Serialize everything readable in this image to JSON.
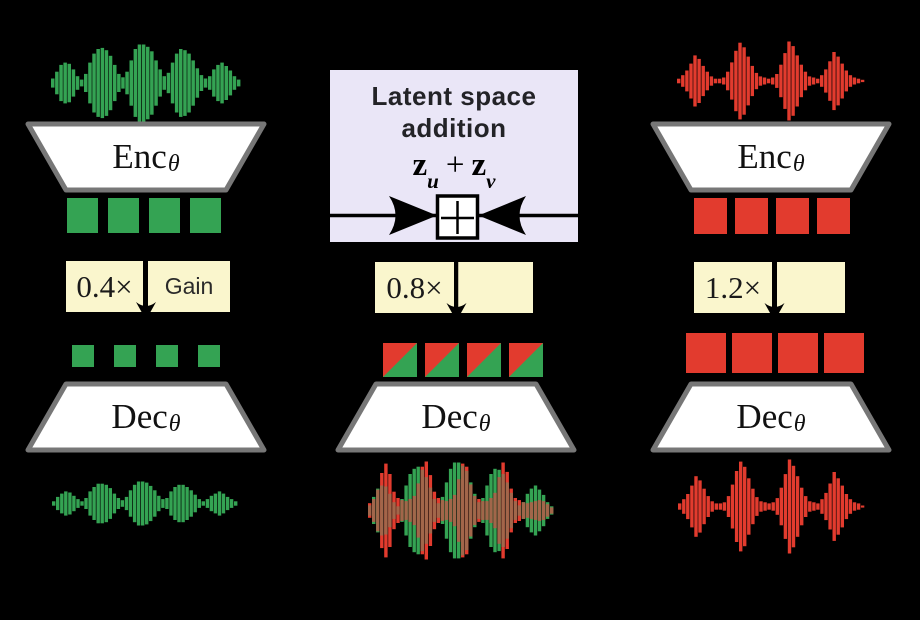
{
  "colors": {
    "green": "#34a353",
    "red": "#e23b2e",
    "yellow": "#faf6cd",
    "lavender": "#eae6f7",
    "overlap": "#a2664a",
    "trap_fill": "#ffffff",
    "trap_border": "#777777",
    "ink": "#111111"
  },
  "encoder": {
    "label": "Enc",
    "subscript": "θ"
  },
  "decoder": {
    "label": "Dec",
    "subscript": "θ"
  },
  "latent_box": {
    "line1": "Latent space",
    "line2": "addition",
    "math": {
      "z1": "z",
      "sub1": "u",
      "op": "+",
      "z2": "z",
      "sub2": "v"
    }
  },
  "gains": {
    "left": "0.4×",
    "middle": "0.8×",
    "right": "1.2×",
    "label": "Gain",
    "empty": ""
  },
  "latents": {
    "left_top": {
      "count": 4,
      "variant": "green"
    },
    "left_scaled": {
      "count": 4,
      "variant": "green"
    },
    "middle_scaled": {
      "count": 4,
      "variant": "split"
    },
    "right_top": {
      "count": 4,
      "variant": "red"
    },
    "right_scaled": {
      "count": 4,
      "variant": "red"
    }
  },
  "waveforms": {
    "input_green": {
      "color": "green",
      "samples": [
        4,
        10,
        16,
        18,
        17,
        12,
        6,
        3,
        8,
        18,
        26,
        30,
        31,
        29,
        24,
        16,
        8,
        5,
        10,
        20,
        30,
        34,
        34,
        32,
        28,
        20,
        12,
        6,
        9,
        18,
        26,
        30,
        29,
        26,
        20,
        13,
        7,
        4,
        6,
        12,
        16,
        18,
        15,
        11,
        6,
        3
      ]
    },
    "output_green": {
      "color": "green",
      "samples": [
        2,
        6,
        9,
        11,
        10,
        7,
        4,
        2,
        5,
        11,
        15,
        18,
        18,
        17,
        14,
        9,
        5,
        3,
        6,
        12,
        17,
        20,
        20,
        19,
        16,
        12,
        7,
        4,
        5,
        11,
        15,
        17,
        17,
        15,
        12,
        8,
        4,
        2,
        4,
        7,
        9,
        11,
        9,
        6,
        4,
        2
      ]
    },
    "input_red": {
      "color": "red",
      "samples": [
        2,
        5,
        9,
        15,
        22,
        19,
        13,
        8,
        4,
        2,
        2,
        3,
        8,
        16,
        26,
        33,
        29,
        21,
        13,
        7,
        4,
        3,
        2,
        3,
        6,
        14,
        24,
        34,
        30,
        22,
        14,
        8,
        4,
        3,
        2,
        5,
        10,
        17,
        25,
        21,
        15,
        9,
        5,
        3,
        2,
        1
      ]
    },
    "output_red": {
      "color": "red",
      "samples": [
        3,
        7,
        12,
        20,
        29,
        25,
        17,
        10,
        5,
        3,
        3,
        4,
        10,
        21,
        34,
        43,
        38,
        27,
        17,
        9,
        5,
        4,
        3,
        4,
        8,
        18,
        31,
        45,
        39,
        29,
        18,
        10,
        5,
        4,
        3,
        7,
        13,
        22,
        33,
        27,
        20,
        12,
        7,
        4,
        3,
        1
      ]
    },
    "output_mixed": {
      "overlap": "overlap",
      "series": [
        {
          "color": "green",
          "samples": [
            5,
            13,
            21,
            24,
            23,
            16,
            8,
            4,
            11,
            24,
            35,
            40,
            42,
            39,
            32,
            22,
            11,
            7,
            13,
            27,
            40,
            46,
            46,
            43,
            38,
            27,
            16,
            8,
            12,
            24,
            35,
            40,
            39,
            35,
            27,
            17,
            9,
            5,
            8,
            16,
            21,
            24,
            20,
            15,
            8,
            4
          ]
        },
        {
          "color": "red",
          "samples": [
            7,
            11,
            20,
            36,
            45,
            35,
            18,
            12,
            10,
            9,
            11,
            14,
            26,
            42,
            47,
            34,
            18,
            12,
            10,
            9,
            11,
            15,
            30,
            45,
            42,
            25,
            14,
            11,
            9,
            9,
            12,
            17,
            32,
            46,
            37,
            21,
            12,
            10,
            8,
            7,
            8,
            9,
            10,
            9,
            6,
            3
          ]
        }
      ]
    }
  }
}
